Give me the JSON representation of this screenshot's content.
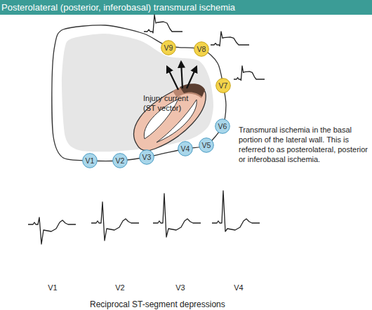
{
  "diagram": {
    "title": "Posterolateral (posterior, inferobasal) transmural ischemia",
    "nodes": [
      {
        "text": [
          "V9"
        ]
      },
      {
        "text": [
          "V8"
        ]
      },
      {
        "text": [
          "V7"
        ]
      },
      {
        "text": [
          "V6"
        ]
      },
      {
        "text": [
          "V5"
        ]
      },
      {
        "text": [
          "V1"
        ]
      },
      {
        "text": [
          "V2"
        ]
      },
      {
        "text": [
          "V3"
        ]
      },
      {
        "text": [
          "V4"
        ]
      }
    ],
    "labels": [
      "Injury current (ST vector)",
      "Transmural ischemia in the basal portion of the lateral wall. This is referred to as posterolateral, posterior or inferobasal ischemia.",
      "V1",
      "V2",
      "V3",
      "V4",
      "Reciprocal ST-segment depressions"
    ]
  }
}
